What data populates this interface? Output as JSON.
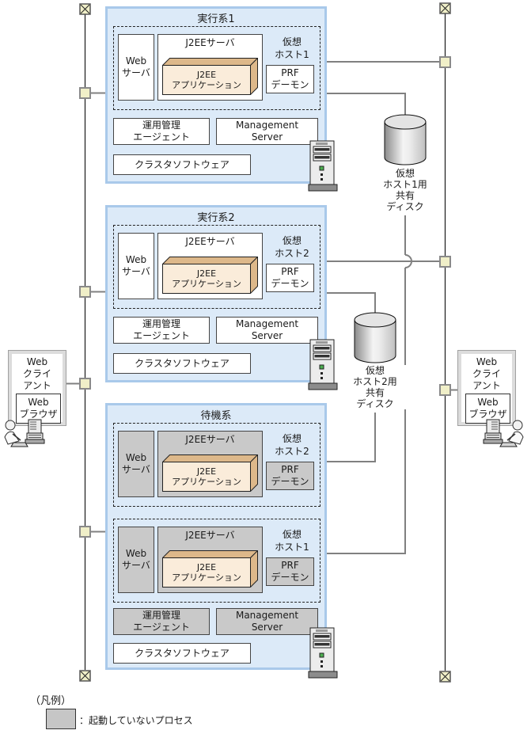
{
  "systems": [
    {
      "title": "実行系1",
      "hosts": [
        {
          "host_label_1": "仮想",
          "host_label_2": "ホスト1",
          "web_1": "Web",
          "web_2": "サーバ",
          "j2ee_server": "J2EEサーバ",
          "app_1": "J2EE",
          "app_2": "アプリケーション",
          "prf_1": "PRF",
          "prf_2": "デーモン"
        }
      ],
      "agent_1": "運用管理",
      "agent_2": "エージェント",
      "mgmt_1": "Management",
      "mgmt_2": "Server",
      "cluster": "クラスタソフトウェア"
    },
    {
      "title": "実行系2",
      "hosts": [
        {
          "host_label_1": "仮想",
          "host_label_2": "ホスト2",
          "web_1": "Web",
          "web_2": "サーバ",
          "j2ee_server": "J2EEサーバ",
          "app_1": "J2EE",
          "app_2": "アプリケーション",
          "prf_1": "PRF",
          "prf_2": "デーモン"
        }
      ],
      "agent_1": "運用管理",
      "agent_2": "エージェント",
      "mgmt_1": "Management",
      "mgmt_2": "Server",
      "cluster": "クラスタソフトウェア"
    },
    {
      "title": "待機系",
      "hosts": [
        {
          "host_label_1": "仮想",
          "host_label_2": "ホスト2",
          "web_1": "Web",
          "web_2": "サーバ",
          "j2ee_server": "J2EEサーバ",
          "app_1": "J2EE",
          "app_2": "アプリケーション",
          "prf_1": "PRF",
          "prf_2": "デーモン"
        },
        {
          "host_label_1": "仮想",
          "host_label_2": "ホスト1",
          "web_1": "Web",
          "web_2": "サーバ",
          "j2ee_server": "J2EEサーバ",
          "app_1": "J2EE",
          "app_2": "アプリケーション",
          "prf_1": "PRF",
          "prf_2": "デーモン"
        }
      ],
      "agent_1": "運用管理",
      "agent_2": "エージェント",
      "mgmt_1": "Management",
      "mgmt_2": "Server",
      "cluster": "クラスタソフトウェア"
    }
  ],
  "clients": {
    "left": {
      "title_1": "Web",
      "title_2": "クライ",
      "title_3": "アント",
      "browser_1": "Web",
      "browser_2": "ブラウザ"
    },
    "right": {
      "title_1": "Web",
      "title_2": "クライ",
      "title_3": "アント",
      "browser_1": "Web",
      "browser_2": "ブラウザ"
    }
  },
  "disks": [
    {
      "l1": "仮想",
      "l2": "ホスト1用",
      "l3": "共有",
      "l4": "ディスク"
    },
    {
      "l1": "仮想",
      "l2": "ホスト2用",
      "l3": "共有",
      "l4": "ディスク"
    }
  ],
  "legend": {
    "heading": "（凡例）",
    "label": "：起動していないプロセス"
  },
  "icons": {
    "server": "server-tower-icon",
    "workstation": "user-workstation-icon",
    "network_connector": "network-connector-node",
    "network_terminator": "network-terminator-node"
  },
  "colors": {
    "system_fill": "#DCEAF8",
    "system_border": "#A9C9EA",
    "component_border": "#444444",
    "inactive_fill": "#C9C9C9",
    "app_front": "#FAECDA",
    "app_side": "#DDB88A",
    "connector_fill": "#F0EFC8",
    "line_gray": "#808080",
    "line_black": "#1A1A1A"
  }
}
